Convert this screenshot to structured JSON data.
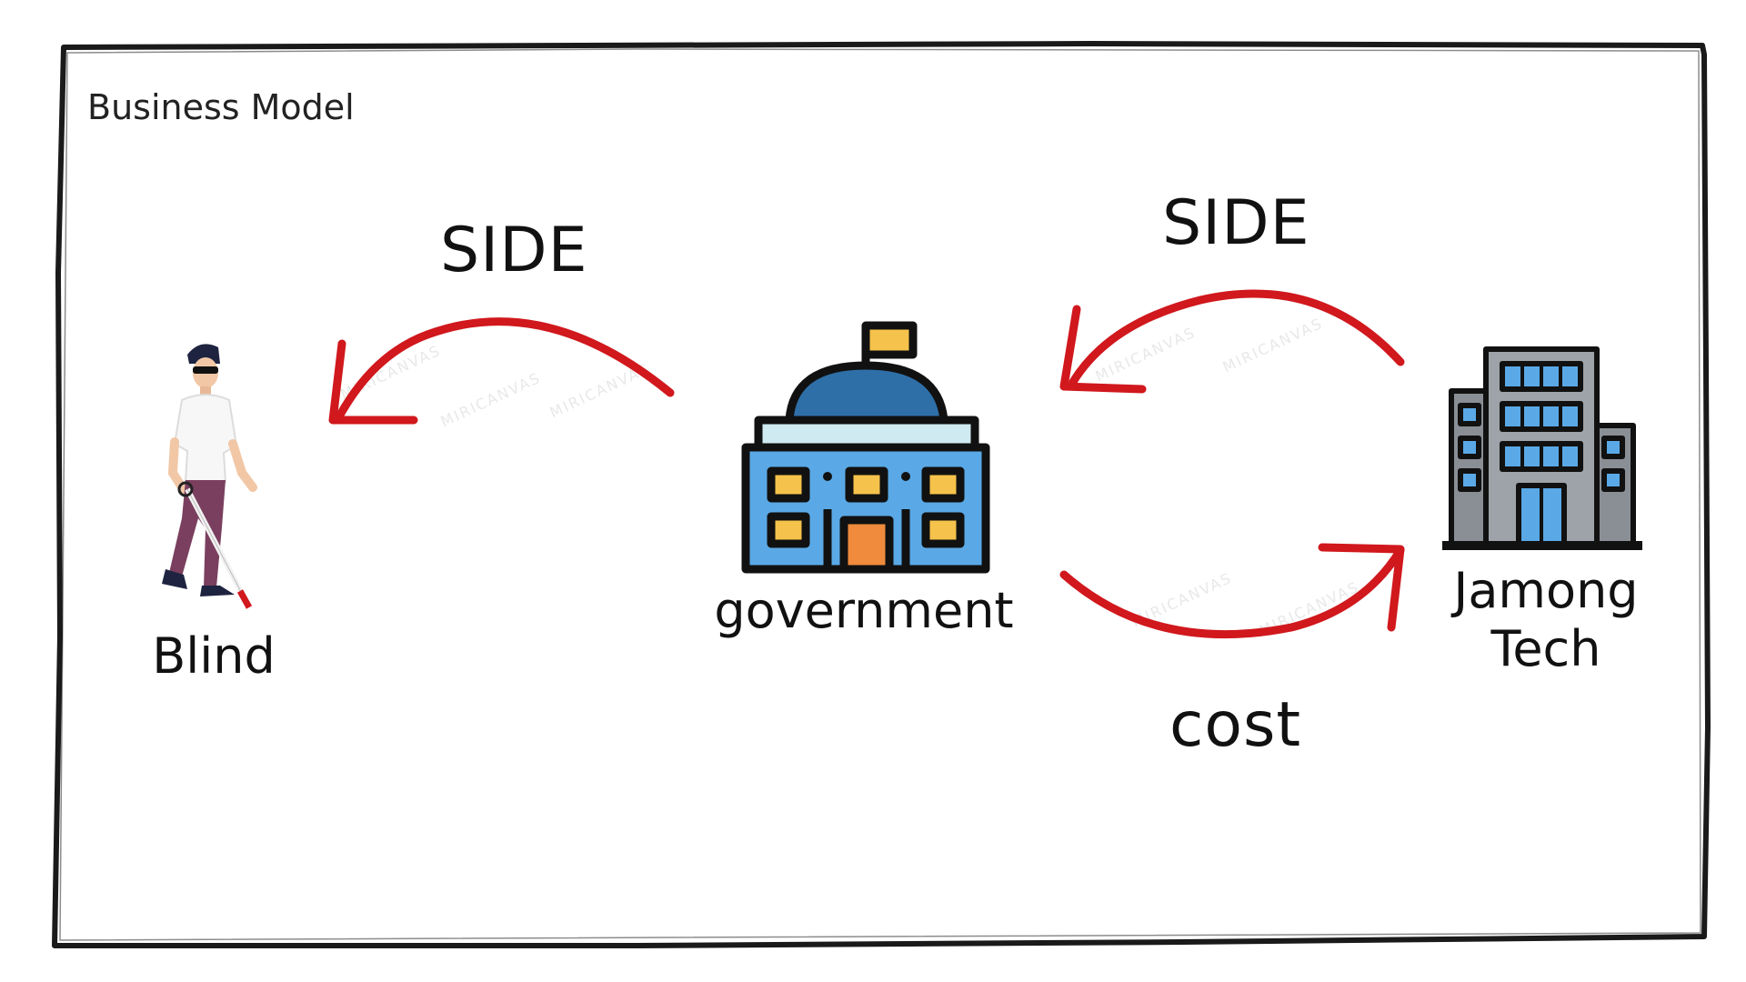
{
  "slide": {
    "title": "Business Model"
  },
  "nodes": {
    "blind": {
      "label": "Blind",
      "icon": "blind-person-icon"
    },
    "government": {
      "label": "government",
      "icon": "government-building-icon"
    },
    "jamong": {
      "label_line1": "Jamong",
      "label_line2": "Tech",
      "icon": "office-building-icon"
    }
  },
  "edges": {
    "gov_to_blind": {
      "label": "SIDE"
    },
    "jamong_to_gov": {
      "label": "SIDE"
    },
    "gov_to_jamong": {
      "label": "cost"
    }
  },
  "colors": {
    "arrow": "#d0181d",
    "frame": "#1a1a1a",
    "dome": "#2f6fa8",
    "building_blue": "#5aa9e6",
    "window_yellow": "#f5c24b",
    "door_orange": "#f08a3c",
    "tower_gray": "#8a8f96"
  },
  "watermark": {
    "text": "MIRICANVAS"
  }
}
